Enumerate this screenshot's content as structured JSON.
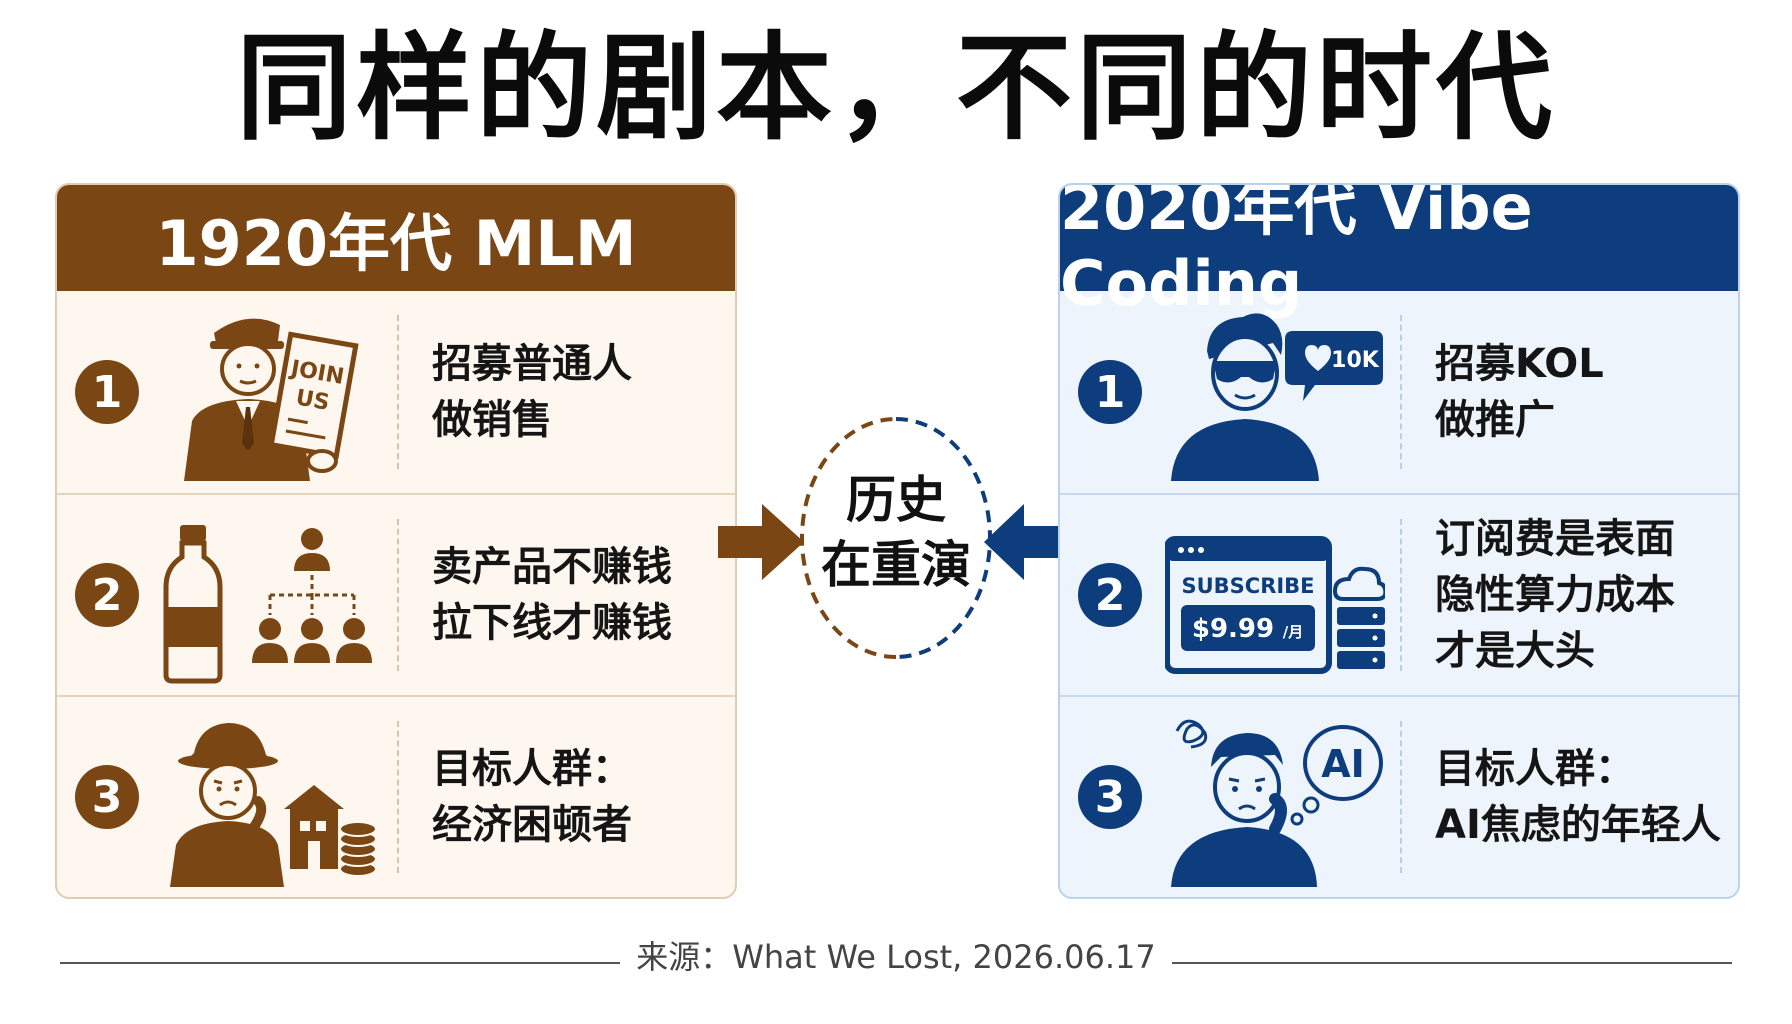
{
  "title": "同样的剧本，不同的时代",
  "left_panel": {
    "header": "1920年代 MLM",
    "rows": [
      {
        "number": "1",
        "lines": [
          "招募普通人",
          "做销售"
        ],
        "sign_text": [
          "JOIN",
          "US"
        ]
      },
      {
        "number": "2",
        "lines": [
          "卖产品不赚钱",
          "拉下线才赚钱"
        ]
      },
      {
        "number": "3",
        "lines": [
          "目标人群：",
          "经济困顿者"
        ]
      }
    ]
  },
  "right_panel": {
    "header": "2020年代 Vibe Coding",
    "rows": [
      {
        "number": "1",
        "lines": [
          "招募KOL",
          "做推广"
        ],
        "like_badge": "10K"
      },
      {
        "number": "2",
        "lines": [
          "订阅费是表面",
          "隐性算力成本",
          "才是大头"
        ],
        "subscribe_label": "SUBSCRIBE",
        "price": "$9.99",
        "price_unit": "/月"
      },
      {
        "number": "3",
        "lines": [
          "目标人群：",
          "AI焦虑的年轻人"
        ],
        "thought_text": "AI"
      }
    ]
  },
  "center": {
    "lines": [
      "历史",
      "在重演"
    ]
  },
  "footer": "来源：What We Lost, 2026.06.17",
  "colors": {
    "brown": "#7a4714",
    "navy": "#0d3d7c"
  }
}
